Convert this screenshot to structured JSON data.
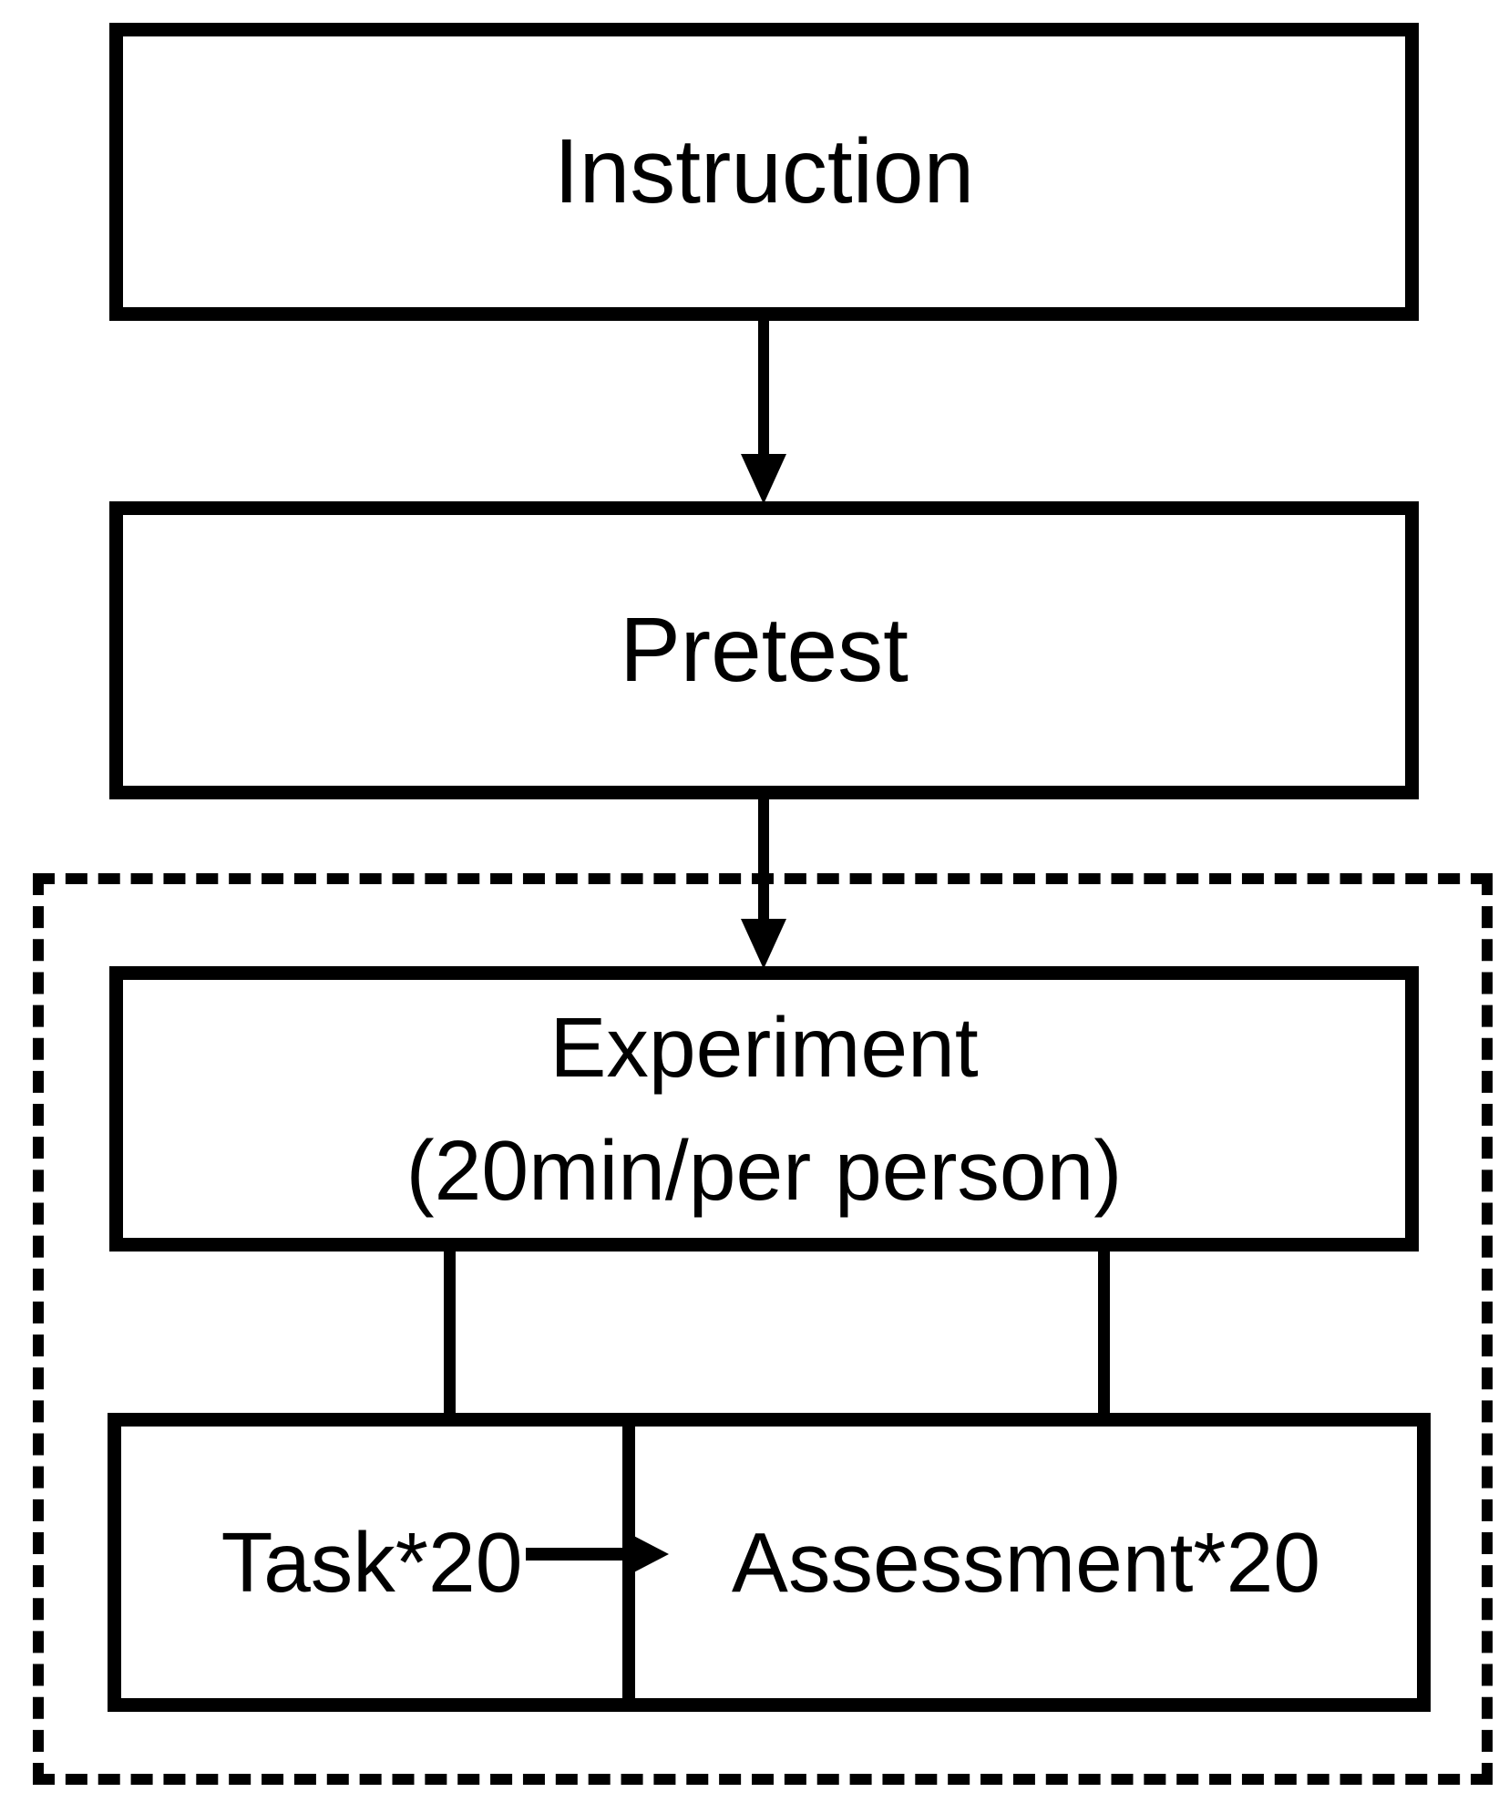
{
  "figure": {
    "type": "flowchart",
    "background_color": "#ffffff",
    "line_color": "#000000",
    "nodes": {
      "instruction": {
        "label": "Instruction"
      },
      "pretest": {
        "label": "Pretest"
      },
      "experiment": {
        "line1": "Experiment",
        "line2": "(20min/per person)"
      },
      "task": {
        "label": "Task*20"
      },
      "assessment": {
        "label": "Assessment*20"
      }
    },
    "edges": [
      {
        "from": "instruction",
        "to": "pretest",
        "style": "arrow-down"
      },
      {
        "from": "pretest",
        "to": "experiment",
        "style": "arrow-down"
      },
      {
        "from": "experiment",
        "to": "task",
        "style": "plain-line"
      },
      {
        "from": "experiment",
        "to": "assessment",
        "style": "plain-line"
      },
      {
        "from": "task",
        "to": "assessment",
        "style": "arrow-right"
      }
    ],
    "groups": [
      {
        "name": "experiment-phase",
        "border": "dotted",
        "contains": [
          "experiment",
          "task",
          "assessment"
        ]
      }
    ]
  }
}
